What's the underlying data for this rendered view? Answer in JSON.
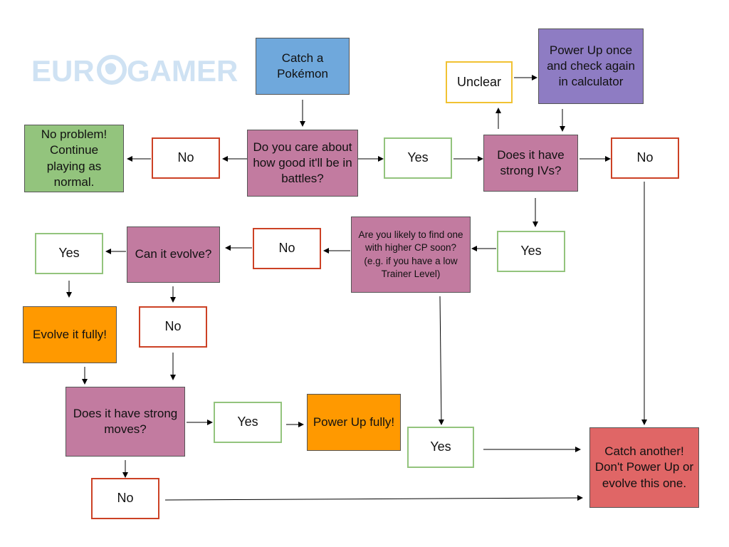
{
  "logo": {
    "text": "EUROGAMER",
    "color": "#cfe2f3"
  },
  "nodes": {
    "catch": "Catch a Pokémon",
    "care": "Do you care about how good it'll be in battles?",
    "no_problem": "No problem! Continue playing as normal.",
    "no_care": "No",
    "yes_care": "Yes",
    "strong_ivs": "Does it have strong IVs?",
    "unclear": "Unclear",
    "power_up_once": "Power Up once and check again in calculator",
    "no_ivs": "No",
    "yes_ivs": "Yes",
    "likely_find": "Are you likely to find one with higher CP soon? (e.g. if you have a low Trainer Level)",
    "no_likely": "No",
    "can_evolve": "Can it evolve?",
    "yes_evolve": "Yes",
    "evolve_fully": "Evolve it fully!",
    "no_evolve": "No",
    "strong_moves": "Does it have strong moves?",
    "yes_moves": "Yes",
    "power_up_fully": "Power Up fully!",
    "yes_likely": "Yes",
    "no_moves": "No",
    "catch_another": "Catch another! Don't Power Up or evolve this one."
  },
  "colors": {
    "question": "#c27ba0",
    "start": "#6fa8dc",
    "ok": "#93c47d",
    "action": "#ff9900",
    "recheck": "#8e7cc3",
    "stop": "#e06666",
    "no_border": "#cc4125",
    "yes_border": "#93c47d",
    "unclear_border": "#f1c232"
  }
}
